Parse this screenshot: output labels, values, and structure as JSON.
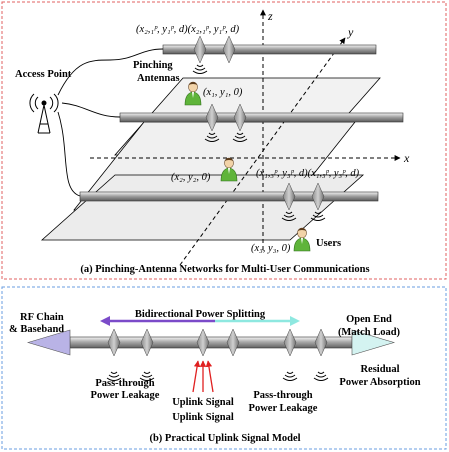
{
  "panel_a": {
    "caption": "(a) Pinching-Antenna Networks for Multi-User Communications",
    "access_point_label": "Access Point",
    "pinching_antennas_label_line1": "Pinching",
    "pinching_antennas_label_line2": "Antennas",
    "users_label": "Users",
    "axis_x": "x",
    "axis_y": "y",
    "axis_z": "z",
    "coord_top": "(x₂,₁ᵖ, y₁ᵖ, d)(x₂,₁ᵖ, y₁ᵖ, d)",
    "coord_right": "(x₁,₃ᵖ, y₃ᵖ, d)(x₁,₃ᵖ, y₃ᵖ, d)",
    "user1": "(x₁, y₁, 0)",
    "user2": "(x₂, y₂, 0)",
    "user3": "(x₃, y₃, 0)",
    "border_color": "#e06060"
  },
  "panel_b": {
    "caption": "(b) Practical Uplink Signal Model",
    "rf_chain_line1": "RF Chain",
    "rf_chain_line2": "& Baseband",
    "open_end_line1": "Open End",
    "open_end_line2": "(Match Load)",
    "bidirectional": "Bidirectional Power Splitting",
    "passthrough_left_line1": "Pass-through",
    "passthrough_left_line2": "Power Leakage",
    "uplink_signal_line1": "Uplink Signal",
    "uplink_signal_line2": "Uplink Signal",
    "passthrough_right_line1": "Pass-through",
    "passthrough_right_line2": "Power Leakage",
    "residual_line1": "Residual",
    "residual_line2": "Power Absorption",
    "border_color": "#6a9ee0",
    "left_cone_color": "#b9b3e6",
    "right_cone_color": "#d4f3f1",
    "left_arrow_color": "#7b4bc9",
    "right_arrow_color": "#8ee8e0",
    "uplink_arrow_color": "#e02020"
  }
}
